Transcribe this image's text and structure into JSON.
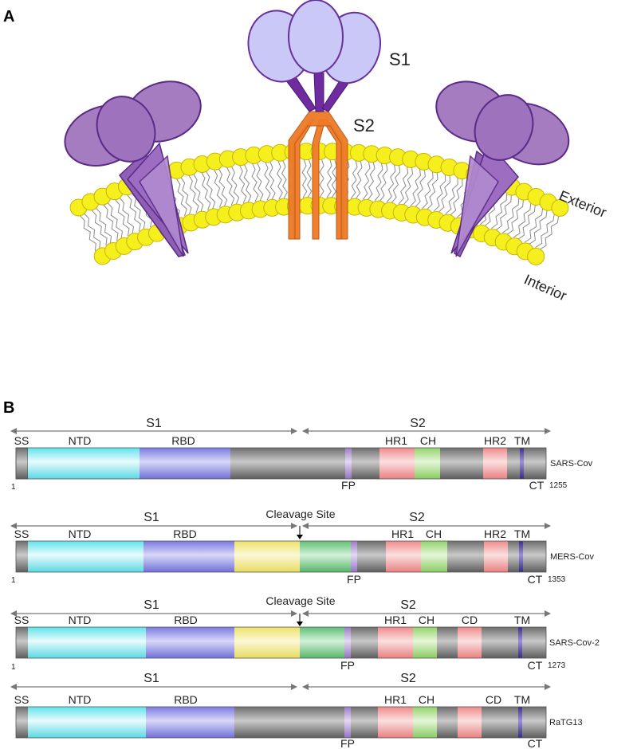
{
  "panel_a": {
    "label": "A",
    "s1_label": "S1",
    "s2_label": "S2",
    "exterior_label": "Exterior",
    "interior_label": "Interior",
    "colors": {
      "lipid_head": "#f5ef1e",
      "lipid_head_edge": "#c8b400",
      "s1_light": "#c9c8f7",
      "s1_edge": "#6a2f9a",
      "stalk_purple": "#7a30a8",
      "s2_orange": "#f08030",
      "side_purple": "#a57cc0"
    }
  },
  "panel_b": {
    "label": "B",
    "proteins": [
      {
        "name": "SARS-Cov",
        "s1": "S1",
        "s2": "S2",
        "cleavage": "",
        "start": "1",
        "end": "1255",
        "top_labels": [
          "SS",
          "NTD",
          "RBD",
          "HR1",
          "CH",
          "HR2",
          "TM"
        ],
        "bottom_labels": [
          "FP",
          "CT"
        ]
      },
      {
        "name": "MERS-Cov",
        "s1": "S1",
        "s2": "S2",
        "cleavage": "Cleavage Site",
        "start": "1",
        "end": "1353",
        "top_labels": [
          "SS",
          "NTD",
          "RBD",
          "HR1",
          "CH",
          "HR2",
          "TM"
        ],
        "bottom_labels": [
          "FP",
          "CT"
        ]
      },
      {
        "name": "SARS-Cov-2",
        "s1": "S1",
        "s2": "S2",
        "cleavage": "Cleavage Site",
        "start": "1",
        "end": "1273",
        "top_labels": [
          "SS",
          "NTD",
          "RBD",
          "HR1",
          "CH",
          "CD",
          "TM"
        ],
        "bottom_labels": [
          "FP",
          "CT"
        ]
      },
      {
        "name": "RaTG13",
        "s1": "S1",
        "s2": "S2",
        "cleavage": "",
        "start": "",
        "end": "",
        "top_labels": [
          "SS",
          "NTD",
          "RBD",
          "HR1",
          "CH",
          "CD",
          "TM"
        ],
        "bottom_labels": [
          "FP",
          "CT"
        ]
      }
    ],
    "colors": {
      "ntd": "#7fe8ef",
      "rbd": "#8f8fe3",
      "gray": "#8a8a8a",
      "yellow": "#f1ea86",
      "green": "#79c98a",
      "hr": "#f0a0a0",
      "ch": "#a6db7f",
      "fp": "#b69bd3",
      "tm": "#5b4fa8"
    }
  }
}
